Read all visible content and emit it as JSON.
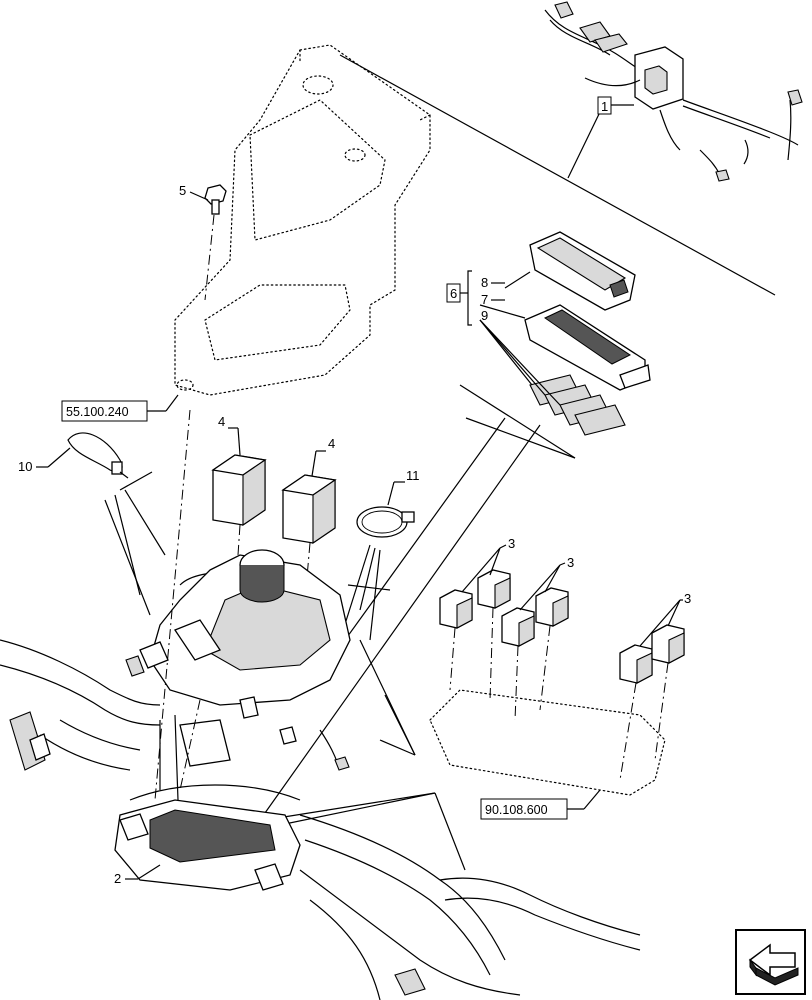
{
  "callouts": {
    "c1": "1",
    "c2": "2",
    "c3a": "3",
    "c3b": "3",
    "c3c": "3",
    "c4a": "4",
    "c4b": "4",
    "c5": "5",
    "c6": "6",
    "c7": "7",
    "c8": "8",
    "c9": "9",
    "c10": "10",
    "c11": "11"
  },
  "references": {
    "ref_upper": "55.100.240",
    "ref_lower": "90.108.600"
  }
}
